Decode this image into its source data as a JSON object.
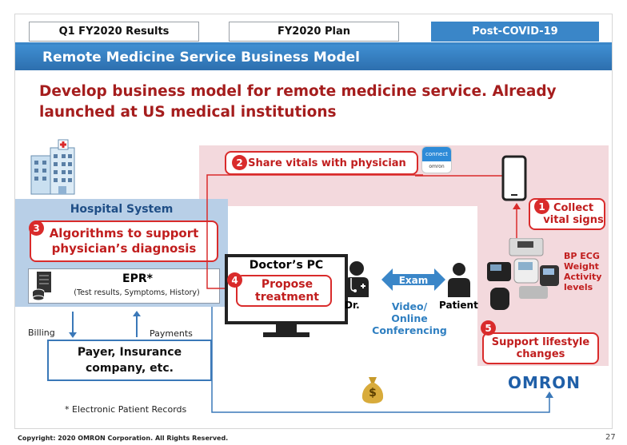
{
  "tabs": [
    {
      "label": "Q1 FY2020 Results",
      "active": false
    },
    {
      "label": "FY2020 Plan",
      "active": false
    },
    {
      "label": "Post-COVID-19",
      "active": true
    }
  ],
  "title": "Remote Medicine Service Business Model",
  "headline": "Develop business model for remote medicine service. Already launched at US medical institutions",
  "steps": {
    "s1": {
      "num": "1",
      "label": "Collect vital signs"
    },
    "s2": {
      "num": "2",
      "label": "Share vitals with physician"
    },
    "s3": {
      "num": "3",
      "label": "Algorithms to support physician’s diagnosis"
    },
    "s4": {
      "num": "4",
      "label": "Propose treatment"
    },
    "s5": {
      "num": "5",
      "label": "Support lifestyle changes"
    }
  },
  "connect_badge": {
    "top": "connect",
    "bottom": "omron"
  },
  "hospital": {
    "title": "Hospital System",
    "epr_title": "EPR*",
    "epr_sub": "(Test results, Symptoms, History)"
  },
  "billing_label": "Billing",
  "payments_label": "Payments",
  "payer_label": "Payer, Insurance company, etc.",
  "footnote": "* Electronic Patient Records",
  "doctor_pc_label": "Doctor’s PC",
  "dr_label": "Dr.",
  "patient_label": "Patient",
  "exam_label": "Exam",
  "video_label": "Video/ Online Conferencing",
  "devices_label": "BP ECG Weight Activity levels",
  "money_symbol": "$",
  "omron_logo": "OMRON",
  "copyright": "Copyright: 2020 OMRON Corporation. All Rights Reserved.",
  "page_number": "27",
  "colors": {
    "accent_blue": "#3a86c8",
    "red": "#d92b2b",
    "pink": "#f3d9dd",
    "hospital_blue": "#b8cfe7",
    "omron_blue": "#1f5fa8"
  }
}
